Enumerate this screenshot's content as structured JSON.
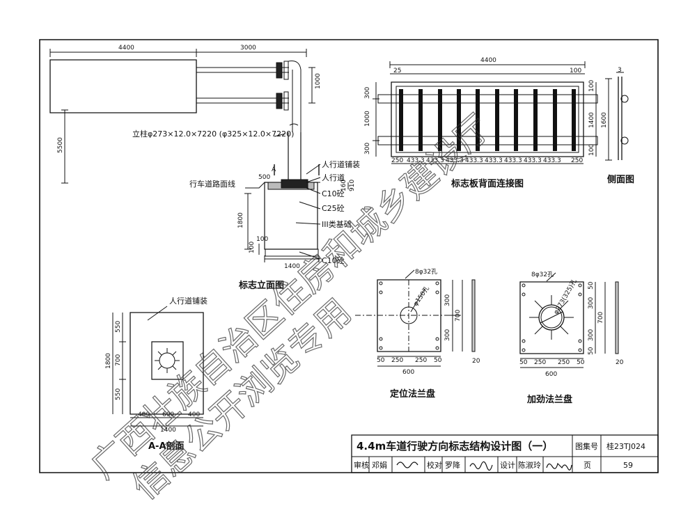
{
  "elevation": {
    "dims": {
      "d4400": "4400",
      "d3000": "3000",
      "d1000": "1000",
      "d5500": "5500",
      "d500": "500",
      "d1800": "1800",
      "d100a": "100",
      "d100b": "100",
      "d1400": "1400",
      "d160": "160",
      "d910": "910"
    },
    "post_label": "立柱φ273×12.0×7220 (φ325×12.0×7220)",
    "road_line": "行车道路面线",
    "sidewalk_paving": "人行道铺装",
    "sidewalk": "人行道",
    "c10_top": "C10砼",
    "c25": "C25砼",
    "base3": "III类基础",
    "c10_bottom": "C10砼",
    "sec_a": "A",
    "title": "标志立面图"
  },
  "back": {
    "dims": {
      "total": "4400",
      "left": "25",
      "right": "100",
      "h300a": "300",
      "h1000": "1000",
      "h300b": "300",
      "v100a": "100",
      "v1400": "1400",
      "v100b": "100",
      "v1600": "1600",
      "s250a": "250",
      "s433": "433.3",
      "s250b": "250"
    },
    "title": "标志板背面连接图"
  },
  "side": {
    "dim3": "3",
    "title": "侧面图"
  },
  "section_aa": {
    "paving": "人行道铺装",
    "dims": {
      "v550a": "550",
      "v700": "700",
      "v550b": "550",
      "v1800": "1800",
      "h400a": "400",
      "h600": "600",
      "h400b": "400",
      "h1400": "1400"
    },
    "title": "A-A剖面"
  },
  "flange_pos": {
    "holes": "8φ32孔",
    "hole": "φ150孔",
    "dims": {
      "v300a": "300",
      "v700": "700",
      "v300b": "300",
      "b50a": "50",
      "b250a": "250",
      "b250b": "250",
      "b50b": "50",
      "b600": "600",
      "t20": "20"
    },
    "title": "定位法兰盘"
  },
  "flange_stiff": {
    "holes": "8φ32孔",
    "hole": "φ273(325)孔",
    "dims": {
      "v50a": "50",
      "v300a": "300",
      "v700": "700",
      "v300b": "300",
      "v50b": "50",
      "b50a": "50",
      "b250a": "250",
      "b250b": "250",
      "b50b": "50",
      "b600": "600",
      "t20": "20"
    },
    "title": "加劲法兰盘"
  },
  "title_block": {
    "drawing_title": "4.4m车道行驶方向标志结构设计图（一）",
    "atlas_label": "图集号",
    "atlas_no": "桂23TJ024",
    "review": "审核",
    "reviewer": "邓娟",
    "check": "校对",
    "checker": "罗降",
    "design": "设计",
    "designer": "陈淑玲",
    "page_label": "页",
    "page_no": "59"
  },
  "watermark": {
    "line1": "广西壮族自治区住房和城乡建设厅",
    "line2": "信息公开浏览专用"
  }
}
